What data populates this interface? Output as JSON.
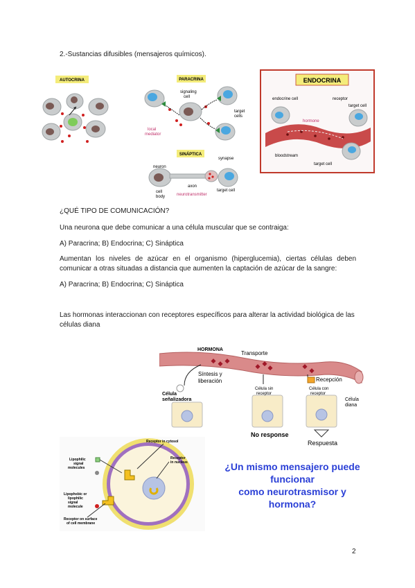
{
  "page": {
    "heading": "2.-Sustancias difusibles (mensajeros químicos).",
    "section_question": "¿QUÉ TIPO DE COMUNICACIÓN?",
    "q1": "Una neurona que debe comunicar a una célula muscular que se contraiga:",
    "q1_options": "A) Paracrina; B) Endocrina; C) Sináptica",
    "q2": "Aumentan los niveles de azúcar en el organismo (hiperglucemia), ciertas células deben comunicar a otras situadas a distancia que aumenten la captación de azúcar de la sangre:",
    "q2_options": "A) Paracrina; B) Endocrina; C) Sináptica",
    "hormones_text": "Las hormonas interaccionan con receptores específicos para alterar la actividad biológica de las células diana",
    "big_question_1": "¿Un mismo mensajero puede funcionar",
    "big_question_2": "como neurotrasmisor y hormona?",
    "page_number": "2"
  },
  "fig_autocrina": {
    "label": "AUTOCRINA"
  },
  "fig_paracrina": {
    "label": "PARACRINA",
    "signaling_cell": "signaling",
    "signaling_cell_2": "cell",
    "target": "target",
    "cells": "cells",
    "local": "local",
    "mediator": "mediator"
  },
  "fig_sinaptica": {
    "label": "SINÁPTICA",
    "synapse": "synapse",
    "neuron": "neuron",
    "axon": "axon",
    "cell": "cell",
    "body": "body",
    "target_cell": "target cell",
    "neurotransmitter": "neurotransmitter"
  },
  "fig_endocrina": {
    "label": "ENDOCRINA",
    "endocrine_cell": "endocrine cell",
    "receptor": "receptor",
    "target_cell_top": "target cell",
    "hormone": "hormone",
    "bloodstream": "bloodstream",
    "target_cell_bottom": "target cell"
  },
  "fig_hormona": {
    "hormona": "HORMONA",
    "transporte": "Transporte",
    "sintesis_1": "Síntesis y",
    "sintesis_2": "liberación",
    "recepcion": "Recepción",
    "celula_1": "Célula",
    "celula_2": "señalizadora",
    "sin_rec_1": "Célula sin",
    "sin_rec_2": "receptor",
    "con_rec_1": "Célula con",
    "con_rec_2": "receptor",
    "diana_1": "Célula",
    "diana_2": "diana",
    "no_response": "No response",
    "respuesta": "Respuesta"
  },
  "fig_receptores": {
    "receptor_cytosol": "Receptor in cytosol",
    "receptor_nucleus_1": "Receptor",
    "receptor_nucleus_2": "in nucleus",
    "lipophilic_1": "Lipophilic",
    "lipophilic_2": "signal",
    "lipophilic_3": "molecules",
    "lipophobic_1": "Lipophobic or",
    "lipophobic_2": "lipophilic",
    "lipophobic_3": "signal",
    "lipophobic_4": "molecule",
    "surface_1": "Receptor on surface",
    "surface_2": "of cell membrane"
  },
  "colors": {
    "question_blue": "#2a3fd6",
    "blood_red": "#c94a4a",
    "label_yellow": "#f4ec7a",
    "endocrina_border": "#c0392b"
  }
}
